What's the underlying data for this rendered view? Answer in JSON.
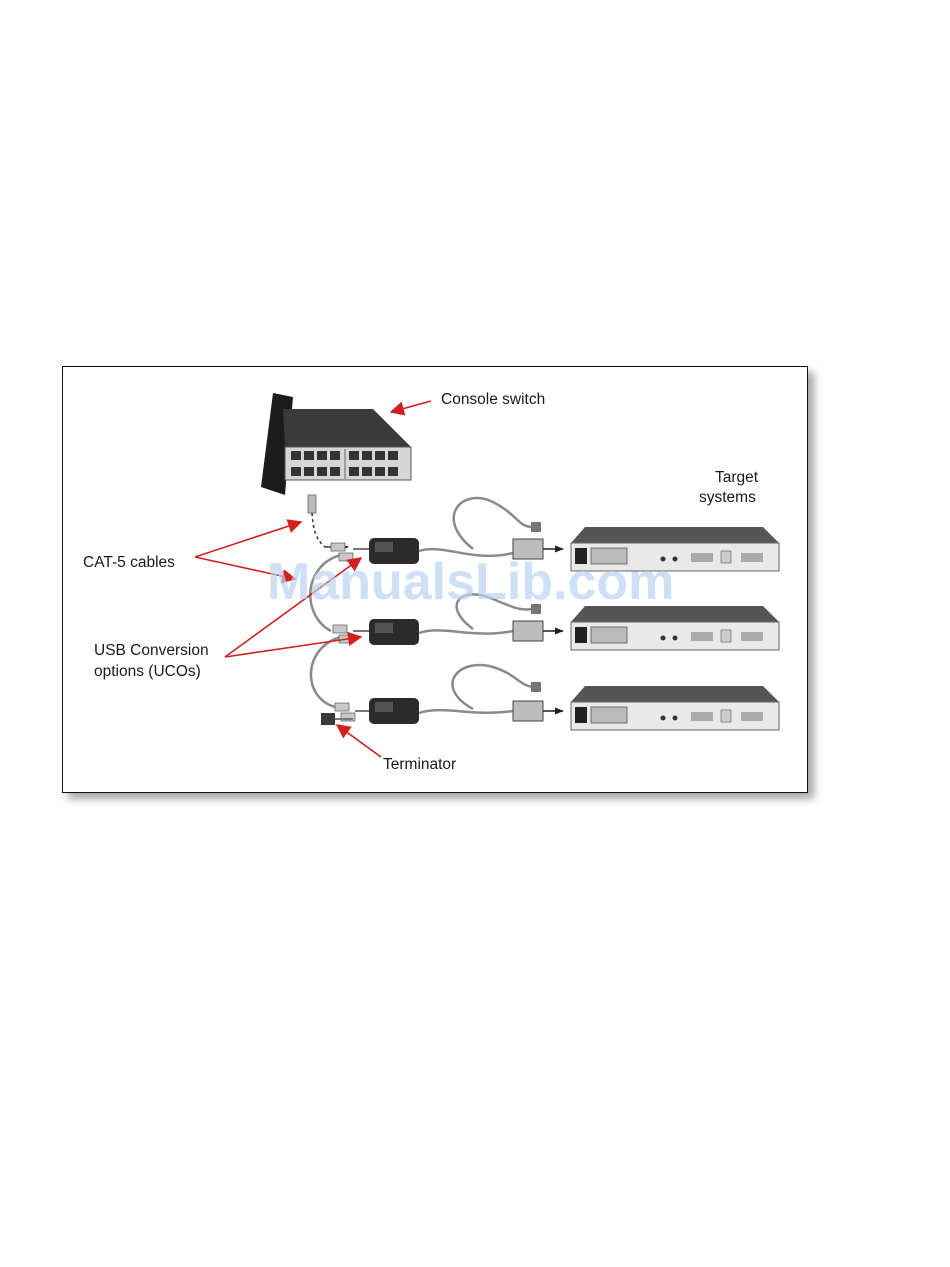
{
  "labels": {
    "console_switch": "Console switch",
    "target_line1": "Target",
    "target_line2": "systems",
    "cat5_cables": "CAT-5 cables",
    "uco_line1": "USB Conversion",
    "uco_line2": "options (UCOs)",
    "terminator": "Terminator"
  },
  "watermark": "ManualsLib.com",
  "colors": {
    "arrow": "#d21f1f",
    "device_body": "#2b2b2b",
    "server_top": "#555555",
    "server_front": "#e9e9e9",
    "cable": "#8a8a8a",
    "watermark": "#b9d3f2"
  },
  "icons": {
    "console_switch": "network-switch-icon",
    "target_server": "rack-server-icon",
    "uco_dongle": "usb-conversion-dongle-icon",
    "terminator": "cable-terminator-icon"
  }
}
